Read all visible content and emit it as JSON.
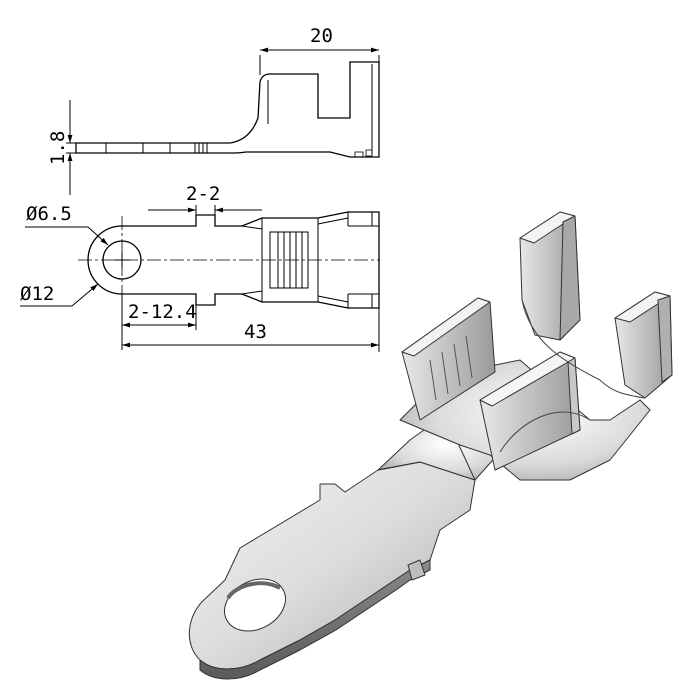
{
  "drawing": {
    "dimensions": {
      "overall_height": "20",
      "thickness": "1.8",
      "slot_width": "2-2",
      "hole_diameter": "Ø6.5",
      "ring_diameter": "Ø12",
      "tab_position": "2-12.4",
      "overall_length": "43"
    }
  }
}
